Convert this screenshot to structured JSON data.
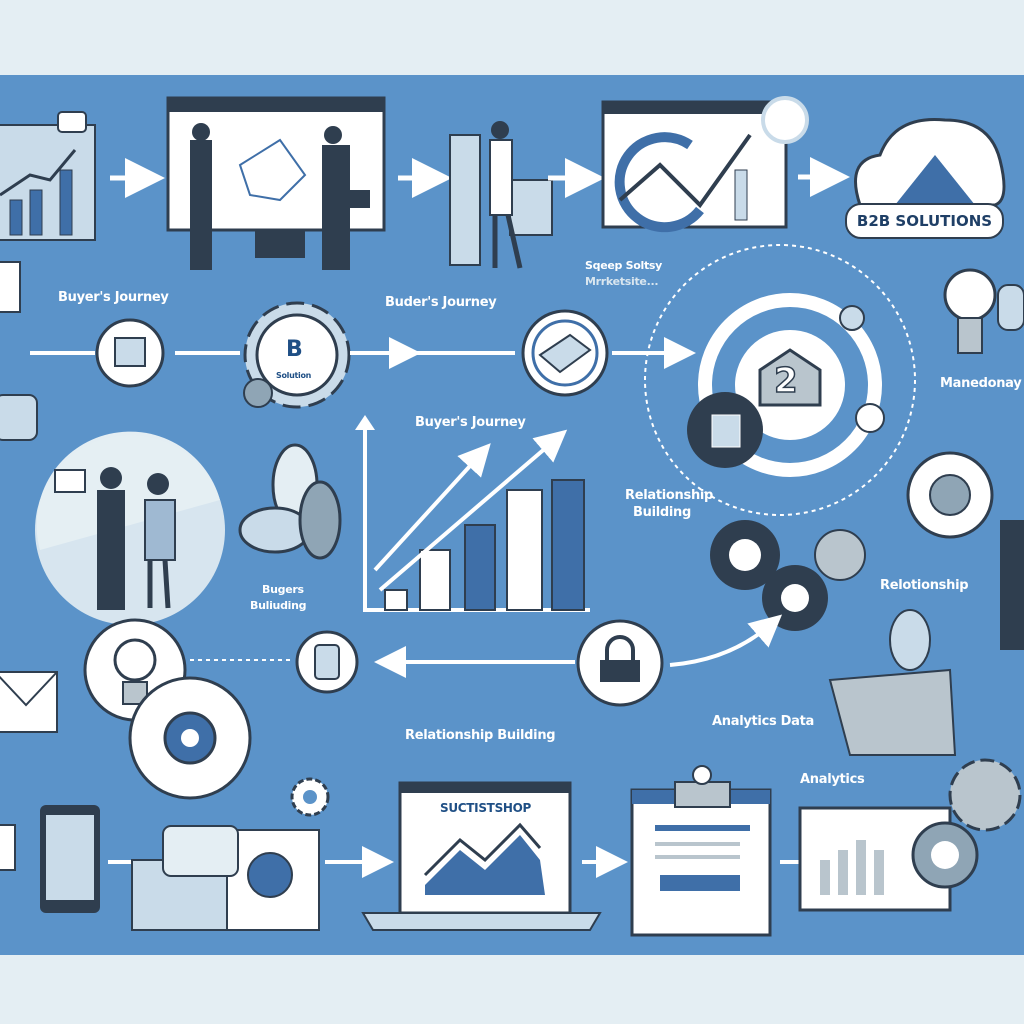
{
  "labels": {
    "b2b_solutions": "B2B SOLUTIONS",
    "buyers_journey_left": "Buyer's Journey",
    "buders_journey": "Buder's Journey",
    "marketsite_line1": "Sqeep Soltsy",
    "marketsite_line2": "Mrrketsite...",
    "manedonay": "Manedonay",
    "buyers_journey_center": "Buyer's Journey",
    "relationship_building_line1": "Relationship",
    "relationship_building_line2": "Building",
    "bugers_line1": "Bugers",
    "bugers_line2": "Buliuding",
    "relotionship": "Relotionship",
    "relationship_building_bottom": "Relationship Building",
    "analytics_data": "Analytics Data",
    "analytics": "Analytics",
    "suctistshop": "SUCTISTSHOP",
    "gear_letter": "B",
    "gear_sub": "Solution",
    "badge_number": "2"
  },
  "colors": {
    "background": "#e4eef3",
    "panel": "#5b93c9",
    "accent_dark": "#2f3e4f",
    "accent_blue": "#3f6fa8"
  }
}
